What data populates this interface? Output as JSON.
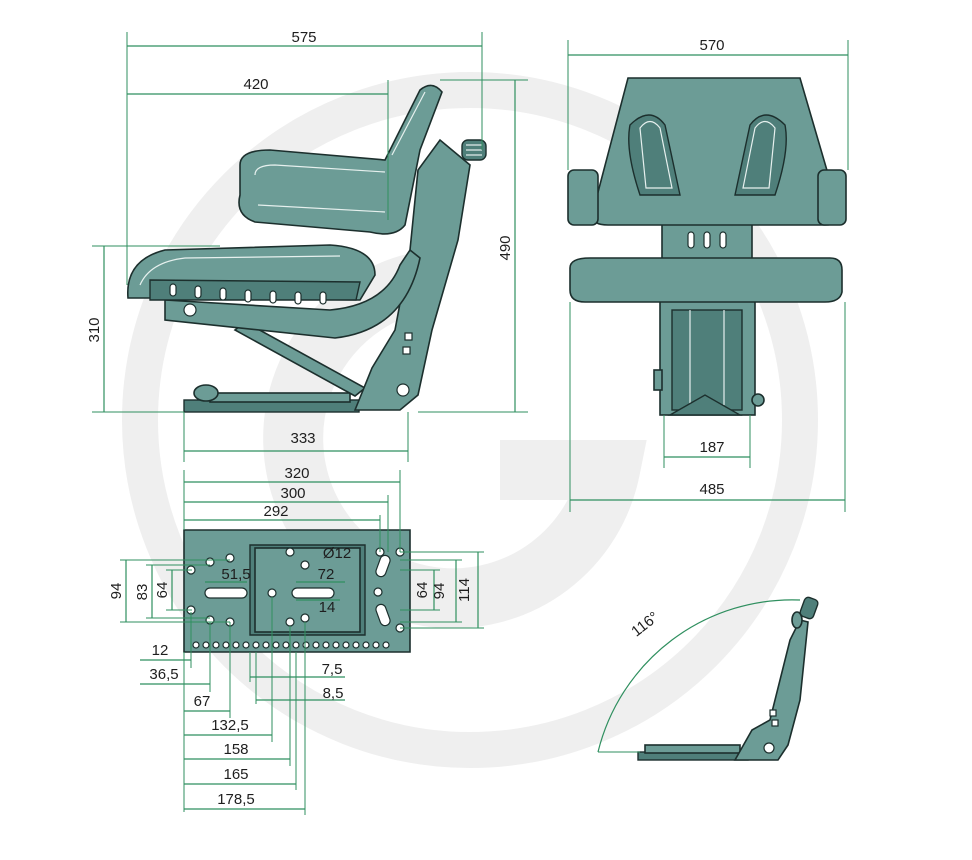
{
  "watermark": {
    "color": "#ececec"
  },
  "colors": {
    "seat": "#6c9c96",
    "seat_dark": "#4f7f7a",
    "outline": "#1c2f2d",
    "dimension_line": "#2f8f5f"
  },
  "side_view": {
    "width_total": "575",
    "backrest_depth": "420",
    "seat_height": "310",
    "total_height": "490",
    "base_length": "333"
  },
  "front_view": {
    "width_total": "570",
    "seat_width": "485",
    "rail_width": "187"
  },
  "base_plate": {
    "widths": [
      "320",
      "300",
      "292"
    ],
    "hole_diameter": "Ø12",
    "slot_length": "51,5",
    "slot_spacing": "72",
    "slot_width": "14",
    "left_heights": [
      "94",
      "83",
      "64"
    ],
    "right_heights": [
      "64",
      "94",
      "114"
    ],
    "edge_offsets": [
      "12",
      "36,5",
      "67",
      "132,5",
      "158",
      "165",
      "178,5"
    ],
    "small_offsets": [
      "7,5",
      "8,5"
    ]
  },
  "tilt_view": {
    "angle": "116°"
  }
}
